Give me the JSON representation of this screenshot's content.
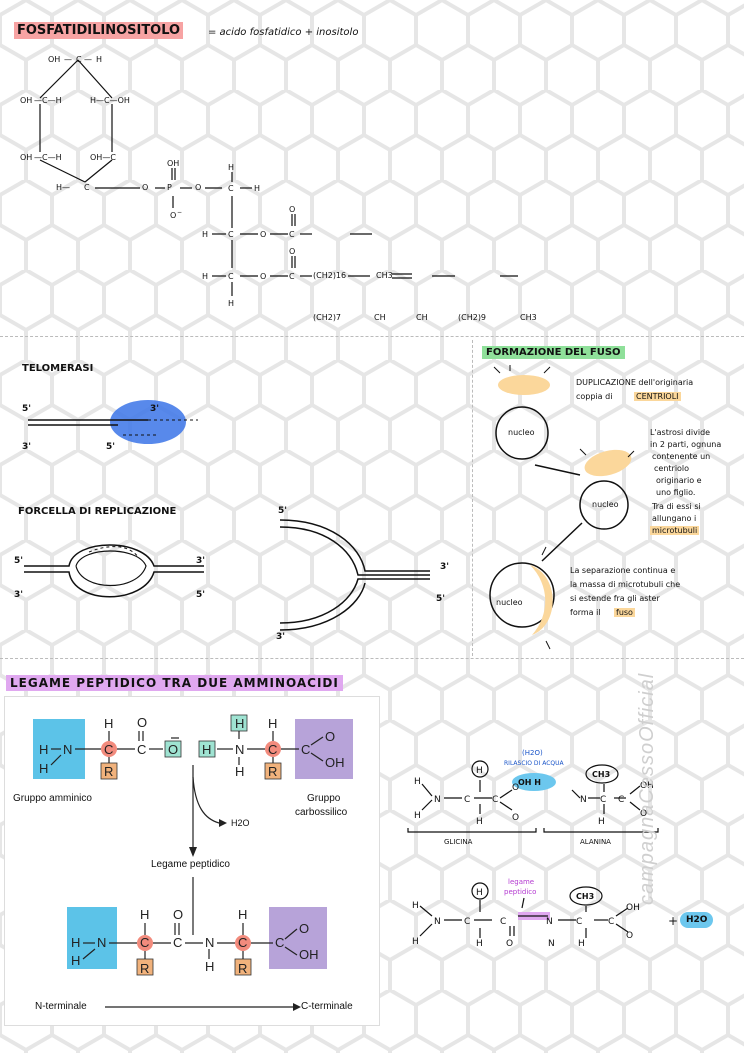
{
  "section1": {
    "title": "FOSFATIDILINOSITOLO",
    "subtitle": "= acido fosfatidico + inositolo",
    "chain1": "(CH2)16",
    "chain1_end": "CH3",
    "chain2": "(CH2)7",
    "chain2_mid": "CH",
    "chain2_mid2": "CH",
    "chain2_tail": "(CH2)9",
    "chain2_end": "CH3"
  },
  "telomerasi": {
    "title": "TELOMERASI",
    "l5": "5'",
    "l3": "3'",
    "r3": "3'",
    "r5": "5'"
  },
  "forcella": {
    "title": "FORCELLA DI REPLICAZIONE",
    "left5": "5'",
    "left3": "3'",
    "right3": "3'",
    "right5": "5'",
    "top5": "5'",
    "mid3": "3'",
    "bot5": "5'",
    "bot3": "3'"
  },
  "fuso": {
    "title": "FORMAZIONE DEL FUSO",
    "note1a": "DUPLICAZIONE dell'originaria",
    "note1b": "coppia di",
    "note1c": "CENTRIOLI",
    "note2a": "L'astrosi divide",
    "note2b": "in 2 parti, ognuna",
    "note2c": "contenente un",
    "note2d": "centriolo",
    "note2e": "originario e",
    "note2f": "uno figlio.",
    "note2g": "Tra di essi si",
    "note2h": "allungano i",
    "note2i": "microtubuli",
    "note3a": "La separazione continua e",
    "note3b": "la massa di microtubuli che",
    "note3c": "si estende fra gli aster",
    "note3d": "forma il",
    "note3e": "fuso",
    "nucleo1": "nucleo",
    "nucleo2": "nucleo",
    "nucleo3": "nucleo"
  },
  "legame": {
    "title": "LEGAME PEPTIDICO TRA DUE AMMINOACIDI",
    "gruppo_amminico": "Gruppo amminico",
    "gruppo_carbossilico_1": "Gruppo",
    "gruppo_carbossilico_2": "carbossilico",
    "h2o_arrow": "H2O",
    "legame_peptidico": "Legame peptidico",
    "n_terminale": "N-terminale",
    "c_terminale": "C-terminale"
  },
  "handdrawn": {
    "h2o_top": "(H2O)",
    "rilascio": "RILASCIO DI ACQUA",
    "oh_h": "OH  H",
    "ch3": "CH3",
    "glicina": "GLICINA",
    "alanina": "ALANINA",
    "legame_label_1": "legame",
    "legame_label_2": "peptidico",
    "ch3_2": "CH3",
    "plus_h2o": "+",
    "h2o_badge": "H2O"
  },
  "watermark": "campagnaCessoOfficial",
  "colors": {
    "red_highlight": "#f7a3a3",
    "green_highlight": "#8fe09a",
    "violet_highlight": "#e0a8f0",
    "orange_highlight": "#fbd79b",
    "blue_telomerase": "#3b74e8",
    "amine_box": "#5cc3e8",
    "carboxyl_box": "#b7a3d9",
    "r_box": "#f1b27c",
    "c_circle": "#f28b7d",
    "h_box": "#9fe3d2",
    "h2o_badge": "#6cc7ee"
  }
}
